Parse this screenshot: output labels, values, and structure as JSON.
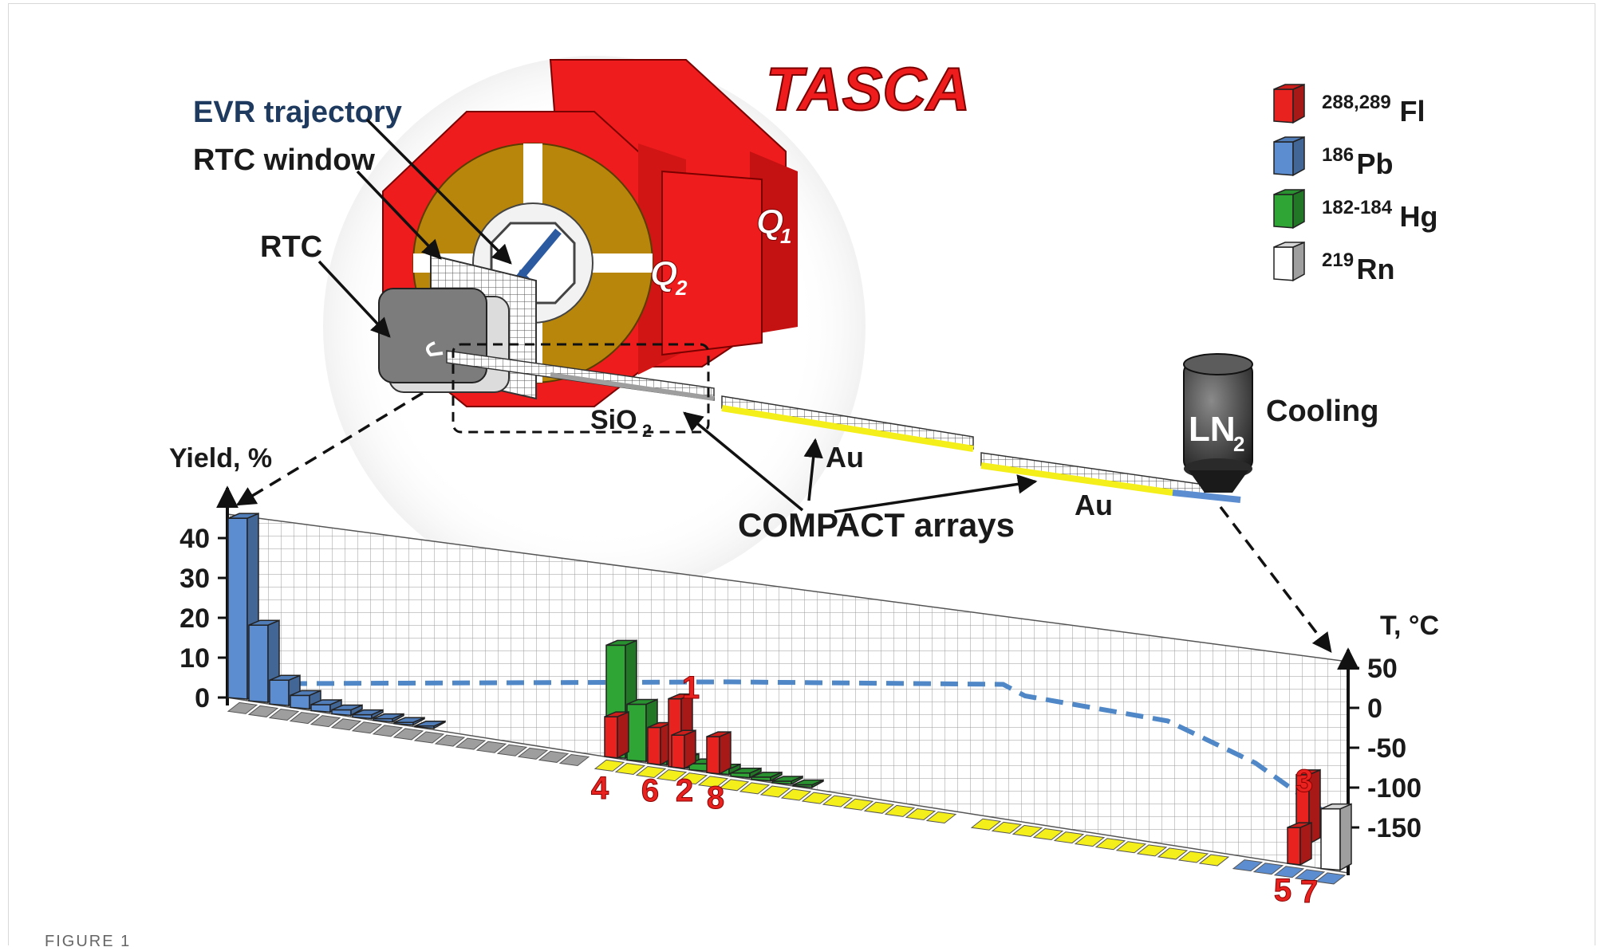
{
  "title": "TASCA",
  "labels": {
    "evr": "EVR trajectory",
    "rtc_window": "RTC window",
    "rtc": "RTC",
    "sio2": "SiO",
    "sio2_sub": "2",
    "au1": "Au",
    "au2": "Au",
    "compact": "COMPACT arrays",
    "ln2": "LN",
    "ln2_sub": "2",
    "cooling": "Cooling",
    "q1": "Q",
    "q1_sub": "1",
    "q2": "Q",
    "q2_sub": "2",
    "yield_axis": "Yield, %",
    "temp_axis": "T, °C",
    "caption": "FIGURE 1"
  },
  "legend": [
    {
      "sup": "288,289",
      "name": "Fl",
      "color": "#e8231f"
    },
    {
      "sup": "186",
      "name": "Pb",
      "color": "#5b8dd0"
    },
    {
      "sup": "182-184",
      "name": "Hg",
      "color": "#2fa536"
    },
    {
      "sup": "219",
      "name": "Rn",
      "color": "#ffffff"
    }
  ],
  "colors": {
    "magnet": "#ee1c1c",
    "coil": "#b8860b",
    "pb": "#5b8dd0",
    "hg": "#2fa536",
    "fl": "#e8231f",
    "rn": "#ffffff",
    "gold": "#f4ee1a",
    "quartz": "#9e9e9e",
    "temp_line": "#4f87c7",
    "label_blue": "#1f3a5f"
  },
  "chart_data": {
    "type": "bar",
    "yield_axis": {
      "label": "Yield, %",
      "ticks": [
        "40",
        "30",
        "20",
        "10",
        "0"
      ],
      "ylim": [
        0,
        45
      ]
    },
    "temp_axis": {
      "label": "T, °C",
      "ticks": [
        "50",
        "0",
        "-50",
        "-100",
        "-150"
      ],
      "ylim": [
        -170,
        60
      ]
    },
    "series": [
      {
        "name": "Pb",
        "values": [
          45,
          19,
          6,
          3,
          1.5,
          1,
          0.6,
          0.4,
          0.3,
          0.2
        ]
      },
      {
        "name": "Hg",
        "values": [
          28,
          14,
          4,
          2,
          1.5,
          1,
          0.8,
          0.6,
          0.4,
          0.3
        ]
      },
      {
        "name": "Fl",
        "events": [
          {
            "label": "4",
            "value": 10
          },
          {
            "label": "6",
            "value": 9
          },
          {
            "label": "1",
            "value": 17
          },
          {
            "label": "2",
            "value": 8
          },
          {
            "label": "8",
            "value": 9
          },
          {
            "label": "3",
            "value": 17
          },
          {
            "label": "5",
            "value": 9
          }
        ]
      },
      {
        "name": "Rn",
        "values": [
          15
        ]
      }
    ],
    "temperature_profile": [
      {
        "x": 0,
        "t": 30
      },
      {
        "x": 0.45,
        "t": 20
      },
      {
        "x": 0.7,
        "t": 10
      },
      {
        "x": 0.72,
        "t": -5
      },
      {
        "x": 0.85,
        "t": -40
      },
      {
        "x": 0.93,
        "t": -95
      },
      {
        "x": 1,
        "t": -165
      }
    ],
    "grid": true
  }
}
